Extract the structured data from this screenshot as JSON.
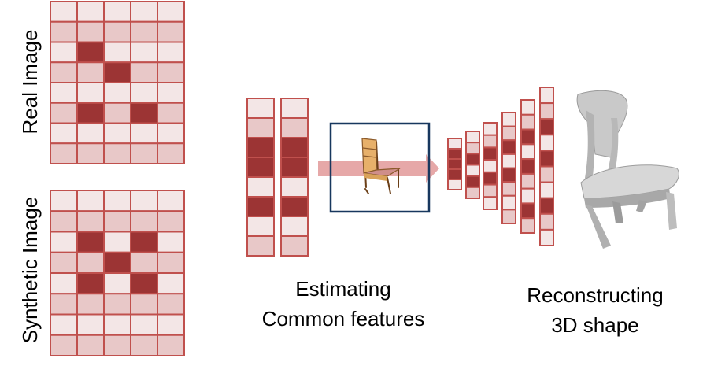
{
  "labels": {
    "real_image": "Real Image",
    "synthetic_image": "Synthetic Image",
    "estimating_line1": "Estimating",
    "estimating_line2": "Common features",
    "reconstructing_line1": "Reconstructing",
    "reconstructing_line2": "3D shape"
  },
  "colors": {
    "cell_light": "#f3e6e6",
    "cell_mid": "#e8c8c8",
    "cell_dark": "#9c3434",
    "cell_border": "#c0504d",
    "feature_box_border": "#17375e",
    "arrow_fill": "#e6a8a8"
  },
  "grids": {
    "real": [
      [
        "L",
        "L",
        "L",
        "L",
        "L"
      ],
      [
        "M",
        "M",
        "M",
        "M",
        "M"
      ],
      [
        "L",
        "D",
        "L",
        "L",
        "L"
      ],
      [
        "M",
        "M",
        "D",
        "M",
        "M"
      ],
      [
        "L",
        "L",
        "L",
        "L",
        "L"
      ],
      [
        "M",
        "D",
        "M",
        "D",
        "M"
      ],
      [
        "L",
        "L",
        "L",
        "L",
        "L"
      ],
      [
        "M",
        "M",
        "M",
        "M",
        "M"
      ]
    ],
    "synthetic": [
      [
        "L",
        "L",
        "L",
        "L",
        "L"
      ],
      [
        "M",
        "M",
        "M",
        "M",
        "M"
      ],
      [
        "L",
        "D",
        "L",
        "D",
        "L"
      ],
      [
        "M",
        "M",
        "D",
        "M",
        "M"
      ],
      [
        "L",
        "D",
        "L",
        "D",
        "L"
      ],
      [
        "M",
        "M",
        "M",
        "M",
        "M"
      ],
      [
        "L",
        "L",
        "L",
        "L",
        "L"
      ],
      [
        "M",
        "M",
        "M",
        "M",
        "M"
      ]
    ]
  },
  "feature_columns": [
    [
      "L",
      "M",
      "D",
      "D",
      "L",
      "D",
      "L",
      "M"
    ],
    [
      "L",
      "M",
      "D",
      "D",
      "L",
      "D",
      "L",
      "M"
    ]
  ],
  "decoder_columns": [
    [
      "L",
      "D",
      "D",
      "D",
      "L"
    ],
    [
      "L",
      "M",
      "D",
      "L",
      "D",
      "M"
    ],
    [
      "L",
      "M",
      "D",
      "L",
      "D",
      "M",
      "L"
    ],
    [
      "L",
      "M",
      "D",
      "L",
      "D",
      "M",
      "L",
      "M"
    ],
    [
      "L",
      "M",
      "D",
      "L",
      "D",
      "M",
      "L",
      "D",
      "M"
    ],
    [
      "L",
      "M",
      "D",
      "L",
      "D",
      "M",
      "L",
      "D",
      "M",
      "L"
    ]
  ],
  "icons": {
    "chair_image": "chair-photo-icon",
    "chair_3d": "chair-3d-shape-icon"
  }
}
